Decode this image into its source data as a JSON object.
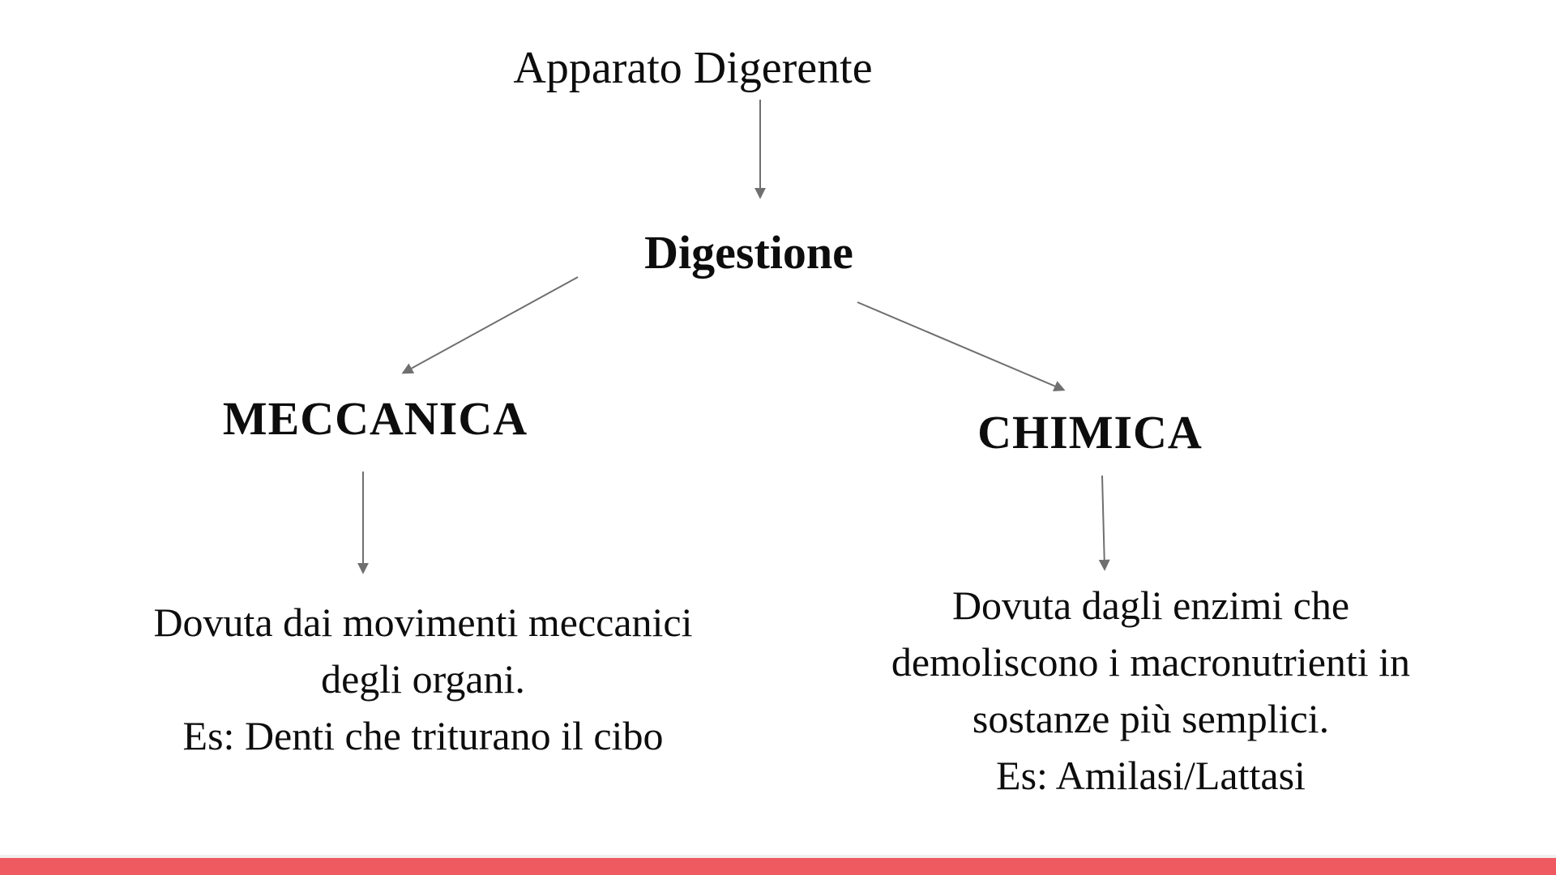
{
  "page": {
    "background_color": "#ffffff",
    "text_color": "#0d0d0d",
    "arrow_color": "#6f6f6f",
    "accent_bar_color": "#ee5a5f"
  },
  "diagram": {
    "title": "Apparato Digerente",
    "root": "Digestione",
    "branches": [
      {
        "label": "MECCANICA",
        "description": "Dovuta dai movimenti meccanici\ndegli organi.\nEs: Denti che triturano il cibo"
      },
      {
        "label": "CHIMICA",
        "description": "Dovuta dagli enzimi che\ndemoliscono i macronutrienti in\nsostanze più semplici.\nEs: Amilasi/Lattasi"
      }
    ]
  }
}
